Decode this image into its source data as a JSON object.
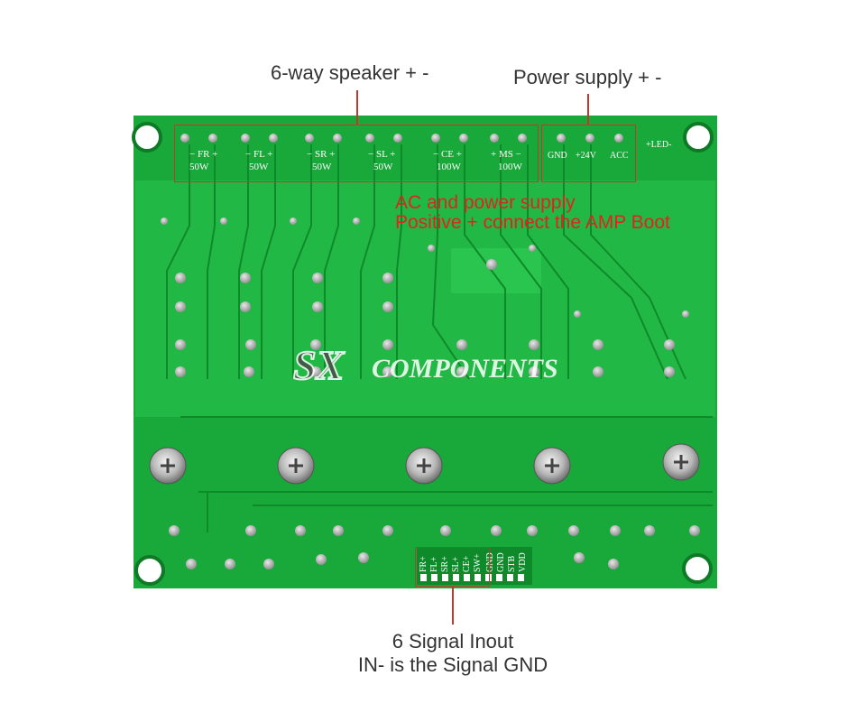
{
  "callouts": {
    "speaker": "6-way speaker + -",
    "power": "Power supply + -",
    "signal_line1": "6 Signal Inout",
    "signal_line2": "IN- is the Signal GND"
  },
  "note": {
    "line1": "AC and power supply",
    "line2": "Positive + connect the AMP Boot"
  },
  "brand": {
    "mark": "SX",
    "text": "COMPONENTS"
  },
  "speaker_channels": [
    {
      "name": "FR",
      "power": "50W"
    },
    {
      "name": "FL",
      "power": "50W"
    },
    {
      "name": "SR",
      "power": "50W"
    },
    {
      "name": "SL",
      "power": "50W"
    },
    {
      "name": "CE",
      "power": "100W"
    },
    {
      "name": "MS",
      "power": "100W"
    }
  ],
  "power_terminals": [
    "GND",
    "+24V",
    "ACC"
  ],
  "led_label": "+LED-",
  "signal_pins": [
    "FR+",
    "FL+",
    "SR+",
    "SL+",
    "CE+",
    "SW+",
    "GND",
    "GND",
    "STB",
    "VDD"
  ],
  "colors": {
    "board": "#19a83a",
    "board_dark": "#128a2e",
    "trace": "#2cc24c",
    "silk": "#ffffff",
    "callout_red": "#c0392b",
    "note_red": "#e0241b"
  }
}
